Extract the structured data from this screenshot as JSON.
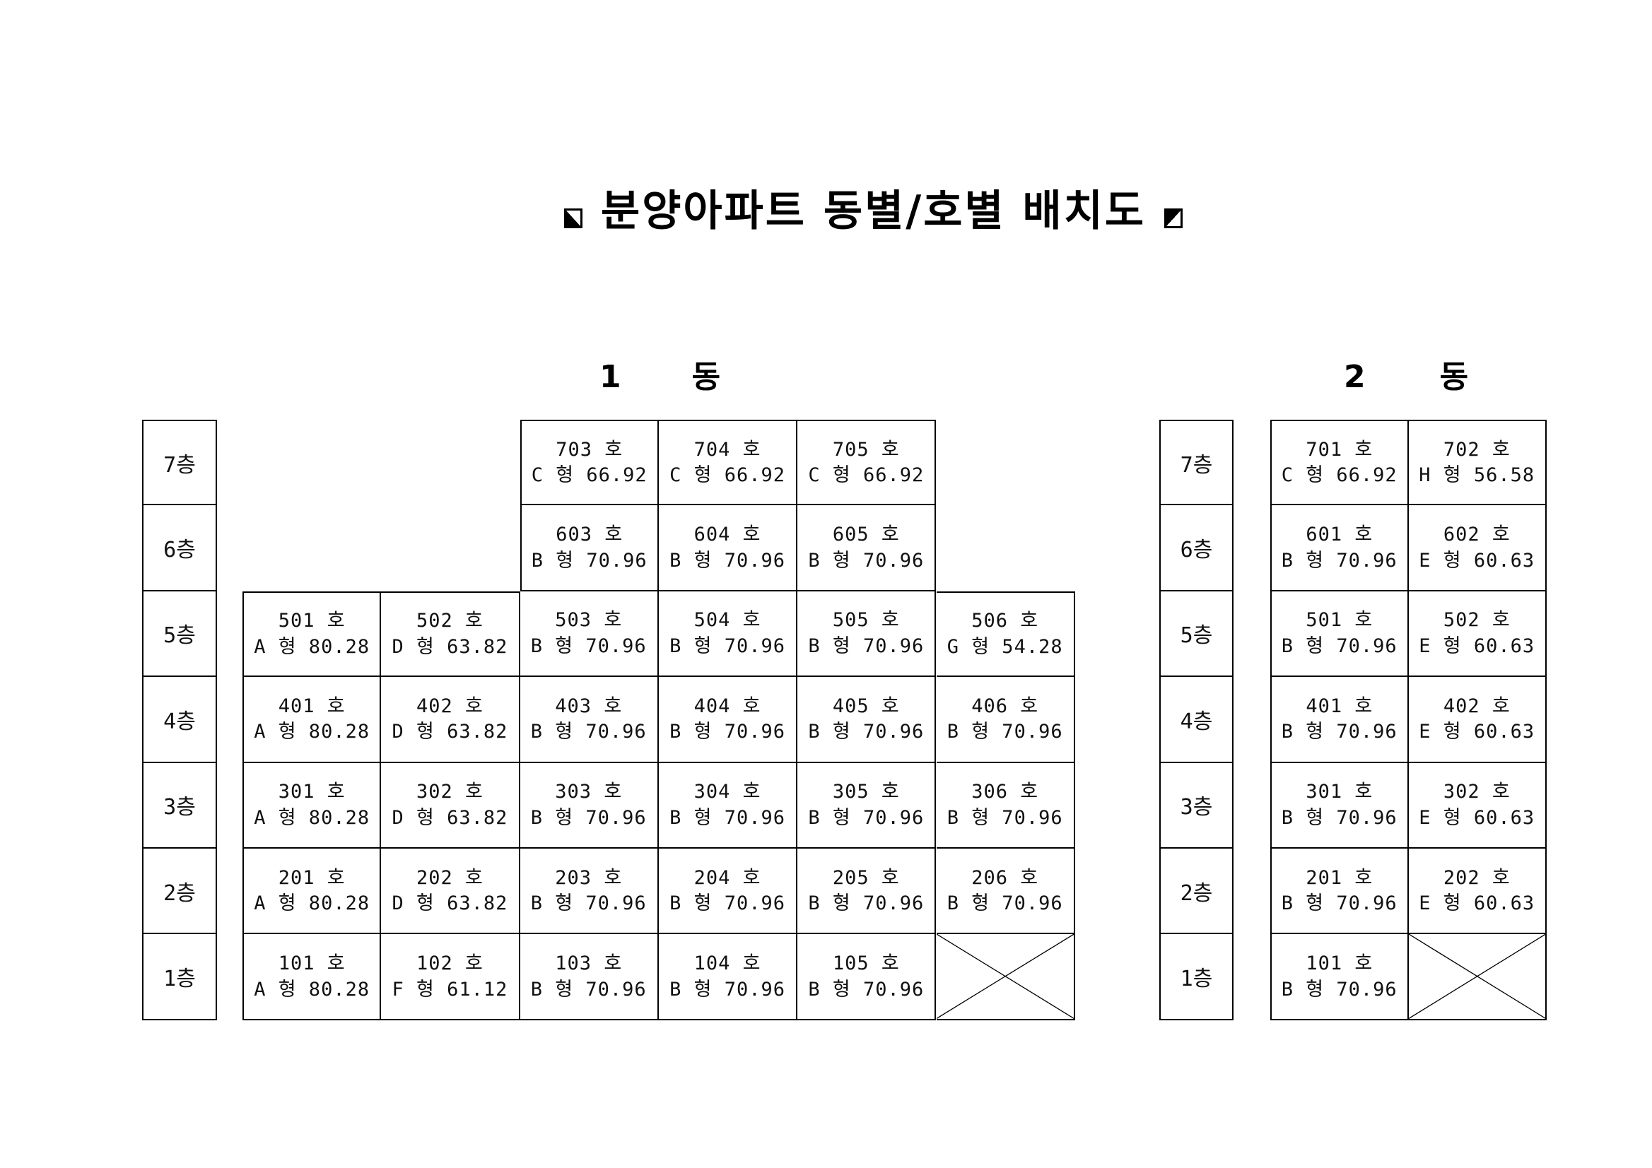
{
  "title": {
    "text": "분양아파트 동별/호별 배치도",
    "left_icon": "square-lower-left-filled",
    "right_icon": "square-upper-left-filled"
  },
  "colors": {
    "ink": "#000000",
    "paper": "#ffffff"
  },
  "floor_labels": [
    "7층",
    "6층",
    "5층",
    "4층",
    "3층",
    "2층",
    "1층"
  ],
  "buildings": [
    {
      "id": "building-1",
      "header": {
        "number": "1",
        "word": "동"
      },
      "columns": 6,
      "rows": [
        {
          "floor": "7층",
          "cells": [
            null,
            null,
            {
              "line1": "703 호",
              "line2": "C 형 66.92"
            },
            {
              "line1": "704 호",
              "line2": "C 형 66.92"
            },
            {
              "line1": "705 호",
              "line2": "C 형 66.92"
            },
            null
          ]
        },
        {
          "floor": "6층",
          "cells": [
            null,
            null,
            {
              "line1": "603 호",
              "line2": "B 형 70.96"
            },
            {
              "line1": "604 호",
              "line2": "B 형 70.96"
            },
            {
              "line1": "605 호",
              "line2": "B 형 70.96"
            },
            null
          ]
        },
        {
          "floor": "5층",
          "cells": [
            {
              "line1": "501 호",
              "line2": "A 형 80.28"
            },
            {
              "line1": "502 호",
              "line2": "D 형 63.82"
            },
            {
              "line1": "503 호",
              "line2": "B 형 70.96"
            },
            {
              "line1": "504 호",
              "line2": "B 형 70.96"
            },
            {
              "line1": "505 호",
              "line2": "B 형 70.96"
            },
            {
              "line1": "506 호",
              "line2": "G 형 54.28"
            }
          ]
        },
        {
          "floor": "4층",
          "cells": [
            {
              "line1": "401 호",
              "line2": "A 형 80.28"
            },
            {
              "line1": "402 호",
              "line2": "D 형 63.82"
            },
            {
              "line1": "403 호",
              "line2": "B 형 70.96"
            },
            {
              "line1": "404 호",
              "line2": "B 형 70.96"
            },
            {
              "line1": "405 호",
              "line2": "B 형 70.96"
            },
            {
              "line1": "406 호",
              "line2": "B 형 70.96"
            }
          ]
        },
        {
          "floor": "3층",
          "cells": [
            {
              "line1": "301 호",
              "line2": "A 형 80.28"
            },
            {
              "line1": "302 호",
              "line2": "D 형 63.82"
            },
            {
              "line1": "303 호",
              "line2": "B 형 70.96"
            },
            {
              "line1": "304 호",
              "line2": "B 형 70.96"
            },
            {
              "line1": "305 호",
              "line2": "B 형 70.96"
            },
            {
              "line1": "306 호",
              "line2": "B 형 70.96"
            }
          ]
        },
        {
          "floor": "2층",
          "cells": [
            {
              "line1": "201 호",
              "line2": "A 형 80.28"
            },
            {
              "line1": "202 호",
              "line2": "D 형 63.82"
            },
            {
              "line1": "203 호",
              "line2": "B 형 70.96"
            },
            {
              "line1": "204 호",
              "line2": "B 형 70.96"
            },
            {
              "line1": "205 호",
              "line2": "B 형 70.96"
            },
            {
              "line1": "206 호",
              "line2": "B 형 70.96"
            }
          ]
        },
        {
          "floor": "1층",
          "cells": [
            {
              "line1": "101 호",
              "line2": "A 형 80.28"
            },
            {
              "line1": "102 호",
              "line2": "F 형 61.12"
            },
            {
              "line1": "103 호",
              "line2": "B 형 70.96"
            },
            {
              "line1": "104 호",
              "line2": "B 형 70.96"
            },
            {
              "line1": "105 호",
              "line2": "B 형 70.96"
            },
            {
              "crossed": true
            }
          ]
        }
      ]
    },
    {
      "id": "building-2",
      "header": {
        "number": "2",
        "word": "동"
      },
      "columns": 2,
      "rows": [
        {
          "floor": "7층",
          "cells": [
            {
              "line1": "701 호",
              "line2": "C 형 66.92"
            },
            {
              "line1": "702 호",
              "line2": "H 형 56.58"
            }
          ]
        },
        {
          "floor": "6층",
          "cells": [
            {
              "line1": "601 호",
              "line2": "B 형 70.96"
            },
            {
              "line1": "602 호",
              "line2": "E 형 60.63"
            }
          ]
        },
        {
          "floor": "5층",
          "cells": [
            {
              "line1": "501 호",
              "line2": "B 형 70.96"
            },
            {
              "line1": "502 호",
              "line2": "E 형 60.63"
            }
          ]
        },
        {
          "floor": "4층",
          "cells": [
            {
              "line1": "401 호",
              "line2": "B 형 70.96"
            },
            {
              "line1": "402 호",
              "line2": "E 형 60.63"
            }
          ]
        },
        {
          "floor": "3층",
          "cells": [
            {
              "line1": "301 호",
              "line2": "B 형 70.96"
            },
            {
              "line1": "302 호",
              "line2": "E 형 60.63"
            }
          ]
        },
        {
          "floor": "2층",
          "cells": [
            {
              "line1": "201 호",
              "line2": "B 형 70.96"
            },
            {
              "line1": "202 호",
              "line2": "E 형 60.63"
            }
          ]
        },
        {
          "floor": "1층",
          "cells": [
            {
              "line1": "101 호",
              "line2": "B 형 70.96"
            },
            {
              "crossed": true
            }
          ]
        }
      ]
    }
  ]
}
